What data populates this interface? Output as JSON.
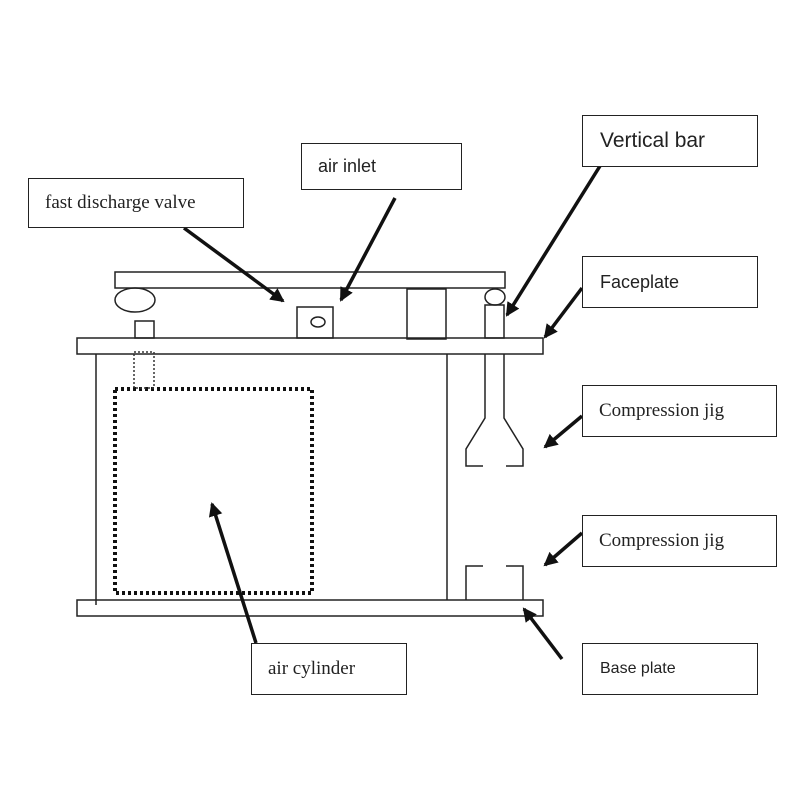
{
  "diagram": {
    "title": "",
    "labels": {
      "fast_discharge_valve": "fast discharge valve",
      "air_inlet": "air inlet",
      "vertical_bar": "Vertical bar",
      "faceplate": "Faceplate",
      "compression_jig_upper": "Compression jig",
      "compression_jig_lower": "Compression jig",
      "base_plate": "Base plate",
      "air_cylinder": "air cylinder"
    },
    "colors": {
      "stroke": "#222222",
      "background": "#ffffff"
    }
  }
}
